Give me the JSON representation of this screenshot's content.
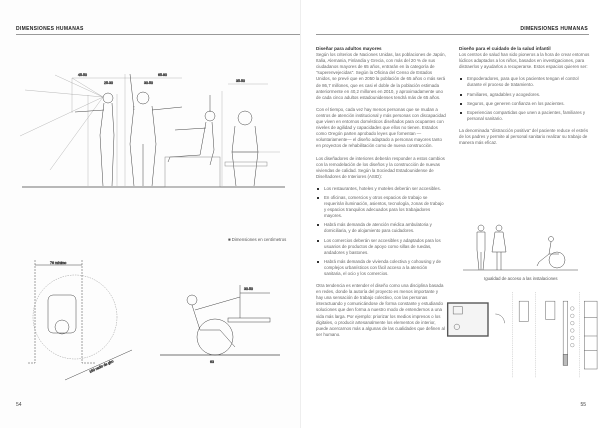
{
  "left": {
    "header": "DIMENSIONES HUMANAS",
    "page_number": "54",
    "caption": "Dimensiones en centímetros",
    "dims": {
      "a": "45-50",
      "b": "25-30",
      "c": "30-50",
      "d": "65-80",
      "e": "35-50",
      "f": "76 mínimo",
      "g": "150 radio de giro",
      "h": "30-50",
      "i": "63"
    }
  },
  "right": {
    "header": "DIMENSIONES HUMANAS",
    "page_number": "55",
    "col1": {
      "title": "Diseñar para adultos mayores",
      "p1": "Según los criterios de Naciones Unidas, las poblaciones de Japón, Italia, Alemania, Finlandia y Grecia, con más del 20 % de sus ciudadanos mayores de 65 años, entrarán en la categoría de \"superenvejecidas\". Según la Oficina del Censo de Estados Unidos, se prevé que en 2050 la población de 65 años o más será de 86,7 millones, que es casi el doble de la población estimada anteriormente en 40,2 millones en 2010, y aproximadamente uno de cada cinco adultos estadounidenses tendrá más de 65 años.",
      "p2": "Con el tiempo, cada vez hay menos personas que se mudan a centros de atención institucional y más personas con discapacidad que viven en entornos domésticos diseñados para ocupantes con niveles de agilidad y capacidades que ellos no tienen. Estados como Oregón parten aprobado leyes que fomentan —voluntariamente— el diseño adaptado a personas mayores tanto en proyectos de rehabilitación como de nueva construcción.",
      "p3": "Los diseñadores de interiores deberán responder a estos cambios con la remodelación de los diseños y la construcción de nuevas viviendas de calidad. Según la Sociedad Estadounidense de Diseñadores de Interiores (ASID):",
      "bullets": [
        "Los restaurantes, hoteles y moteles deberán ser accesibles.",
        "En oficinas, comercios y otros espacios de trabajo se requerirán iluminación, asientos, tecnología, zonas de trabajo y espacios tranquilos adecuados para los trabajadores mayores.",
        "Habrá más demanda de atención médica ambulatoria y domiciliaria, y de alojamiento para cuidadores.",
        "Los comercios deberán ser accesibles y adaptados para los usuarios de productos de apoyo como sillas de ruedas, andadores y bastones.",
        "Habrá más demanda de vivienda colectiva y cohousing y de complejos urbanísticos con fácil acceso a la atención sanitaria, el ocio y los comercios."
      ],
      "p4": "Otra tendencia es entender el diseño como una disciplina basada en redes, donde la autoría del proyecto es menos importante y hay una sensación de trabajo colectivo, con las personas interactuando y comunicándose de forma constante y estudiando soluciones que den forma a nuestro modo de entendernos a una vida más larga. Por ejemplo: priorizar los medios impresos o los digitales, o producir artesanalmente los elementos de interior, puede acercarnos más a algunas de las cualidades que definen al ser humano."
    },
    "col2": {
      "title": "Diseño para el cuidado de la salud infantil",
      "p1": "Los centros de salud han sido pioneros a la hora de crear entornos lúdicos adaptados a los niños, basados en investigaciones, para distraerlos y ayudarlos a recuperarse. Estos espacios quieren ser:",
      "bullets": [
        "Empoderadores, para que los pacientes tengan el control durante el proceso de tratamiento.",
        "Familiares, agradables y acogedores.",
        "Seguros, que generen confianza en los pacientes.",
        "Experiencias compartidas que unen a pacientes, familiares y personal sanitario."
      ],
      "p2": "La denominada \"distracción positiva\" del paciente reduce el estrés de los padres y permite al personal sanitario realizar su trabajo de manera más eficaz."
    },
    "figure_caption": "Igualdad de acceso a las instalaciones"
  }
}
